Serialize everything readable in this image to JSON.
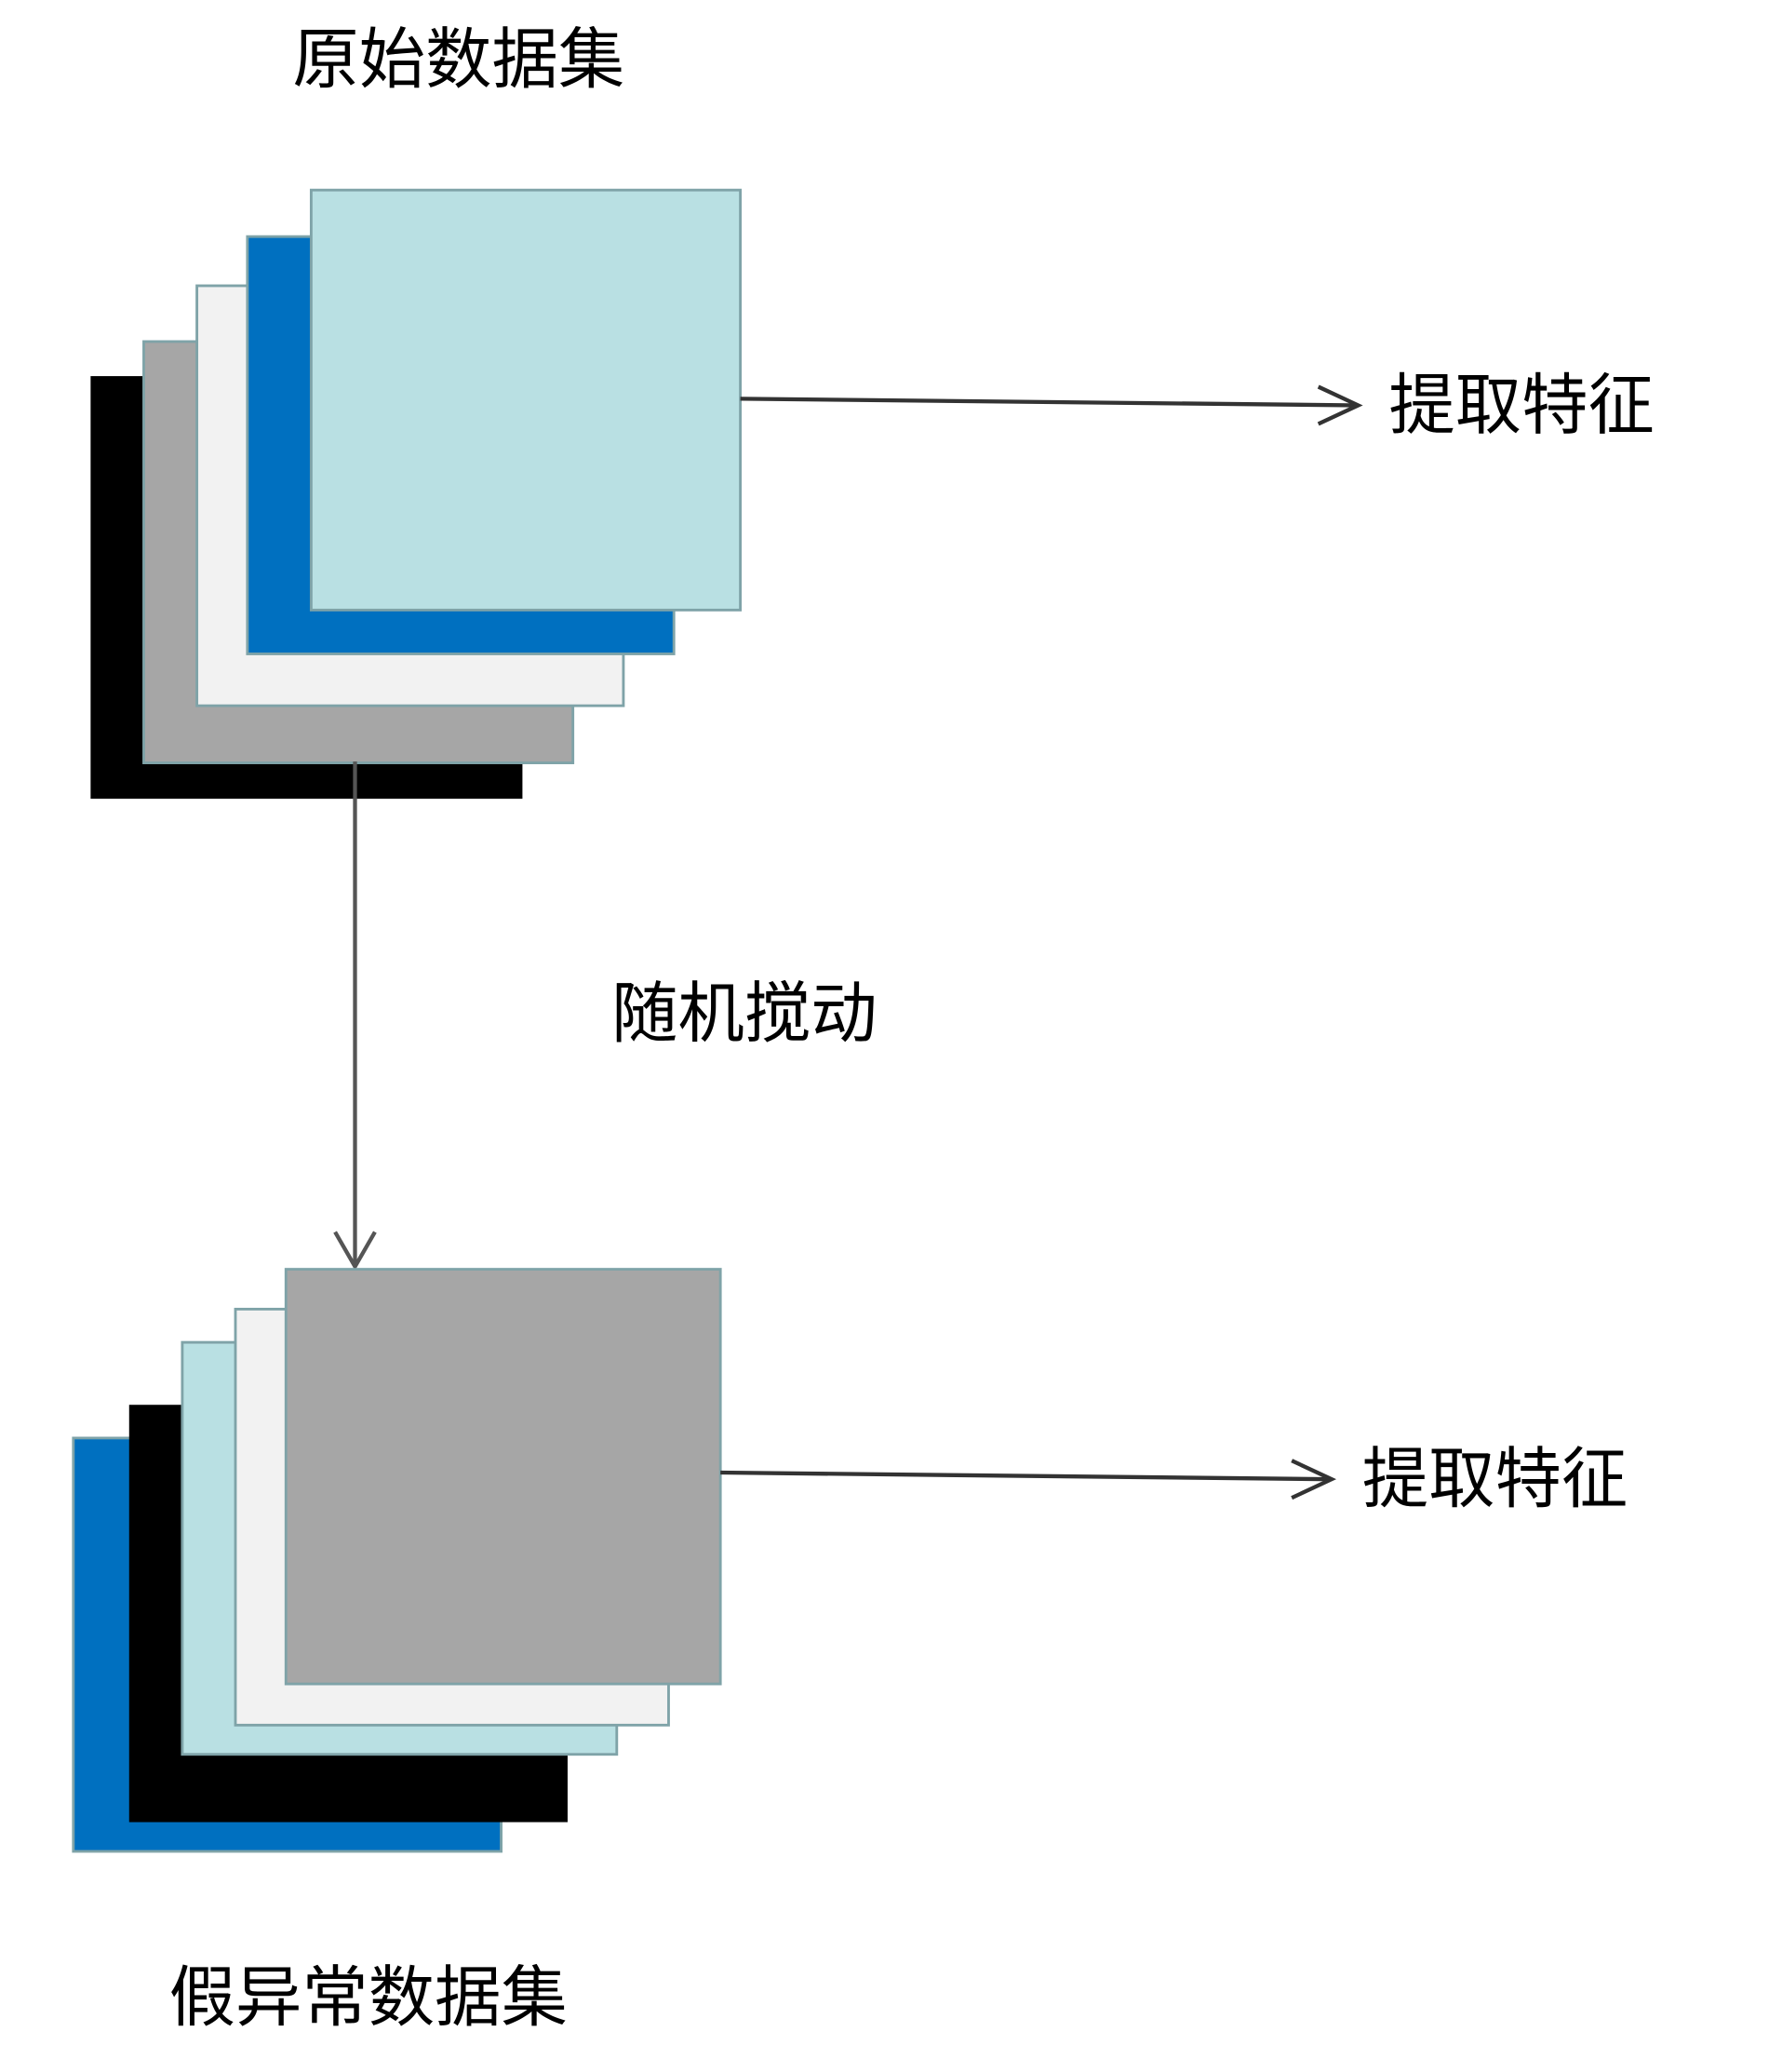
{
  "title_top": "原始数据集",
  "title_bottom": "假异常数据集",
  "perturb_label": "随机搅动",
  "extract_top": "提取特征",
  "extract_bottom": "提取特征",
  "colors": {
    "black": "#000000",
    "gray": "#a6a6a6",
    "white": "#f2f2f2",
    "blue": "#0070c0",
    "light_blue": "#b9e0e3"
  }
}
